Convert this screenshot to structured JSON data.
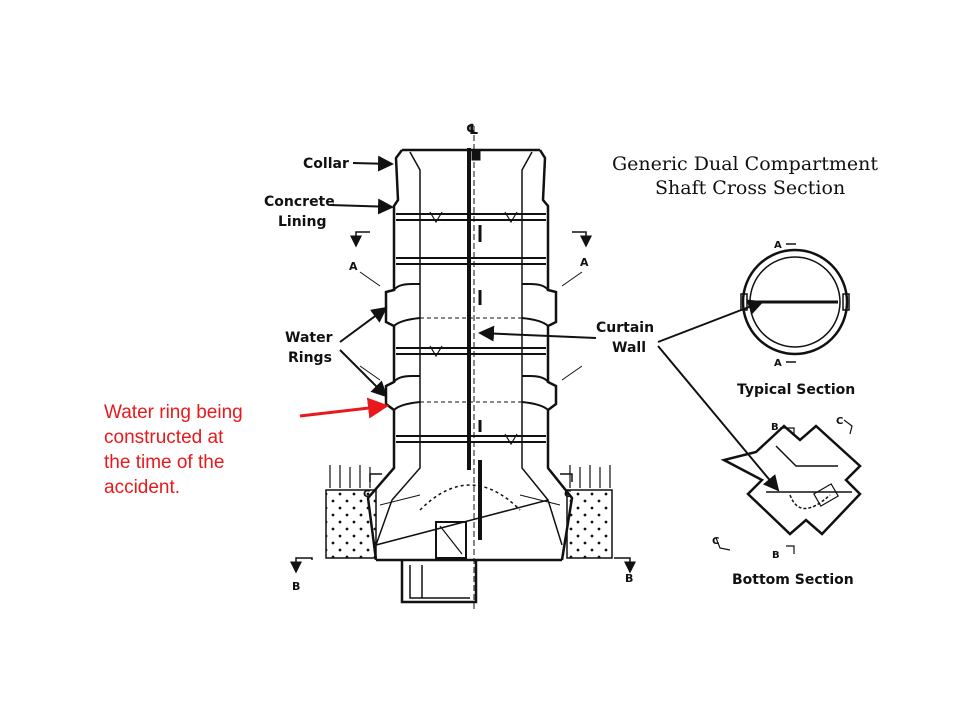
{
  "figure": {
    "title_lines": [
      "Generic Dual Compartment",
      "Shaft Cross Section"
    ],
    "labels": {
      "centerline_symbol": "℄",
      "collar": "Collar",
      "concrete_lining_1": "Concrete",
      "concrete_lining_2": "Lining",
      "water_rings_1": "Water",
      "water_rings_2": "Rings",
      "curtain_wall_1": "Curtain",
      "curtain_wall_2": "Wall",
      "section_a": "A",
      "section_b": "B",
      "section_c": "C",
      "typical_section": "Typical Section",
      "bottom_section": "Bottom Section"
    }
  },
  "annotation": {
    "lines": [
      "Water ring being",
      "constructed at",
      "the time of the",
      "accident."
    ],
    "color": "#e8191d"
  },
  "colors": {
    "ink": "#111111",
    "accent": "#e8191d"
  }
}
